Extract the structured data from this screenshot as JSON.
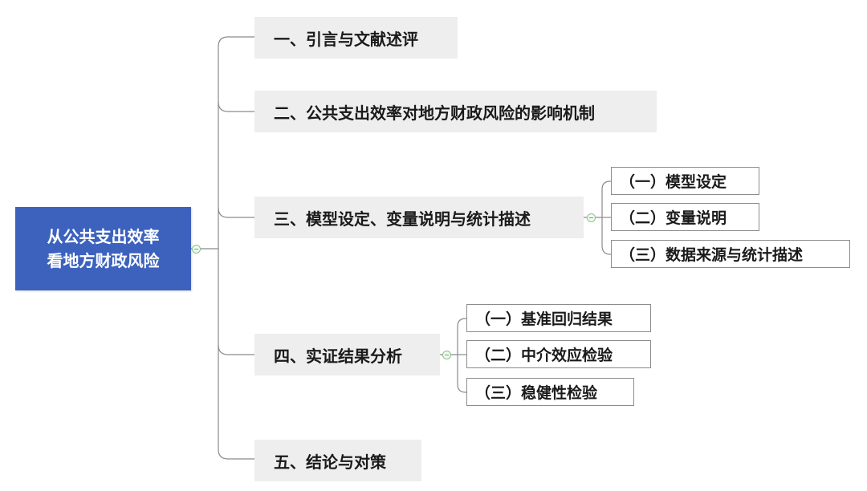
{
  "root": {
    "line1": "从公共支出效率",
    "line2": "看地方财政风险"
  },
  "sections": [
    {
      "label": "一、引言与文献述评"
    },
    {
      "label": "二、公共支出效率对地方财政风险的影响机制"
    },
    {
      "label": "三、模型设定、变量说明与统计描述",
      "children": [
        {
          "label": "（一）模型设定"
        },
        {
          "label": "（二）变量说明"
        },
        {
          "label": "（三）数据来源与统计描述"
        }
      ]
    },
    {
      "label": "四、实证结果分析",
      "children": [
        {
          "label": "（一）基准回归结果"
        },
        {
          "label": "（二）中介效应检验"
        },
        {
          "label": "（三）稳健性检验"
        }
      ]
    },
    {
      "label": "五、结论与对策"
    }
  ],
  "colors": {
    "root_fill": "#3c62be",
    "section_fill": "#eeeeee",
    "connector": "#8a8a8a",
    "toggle": "#8cc08c"
  }
}
